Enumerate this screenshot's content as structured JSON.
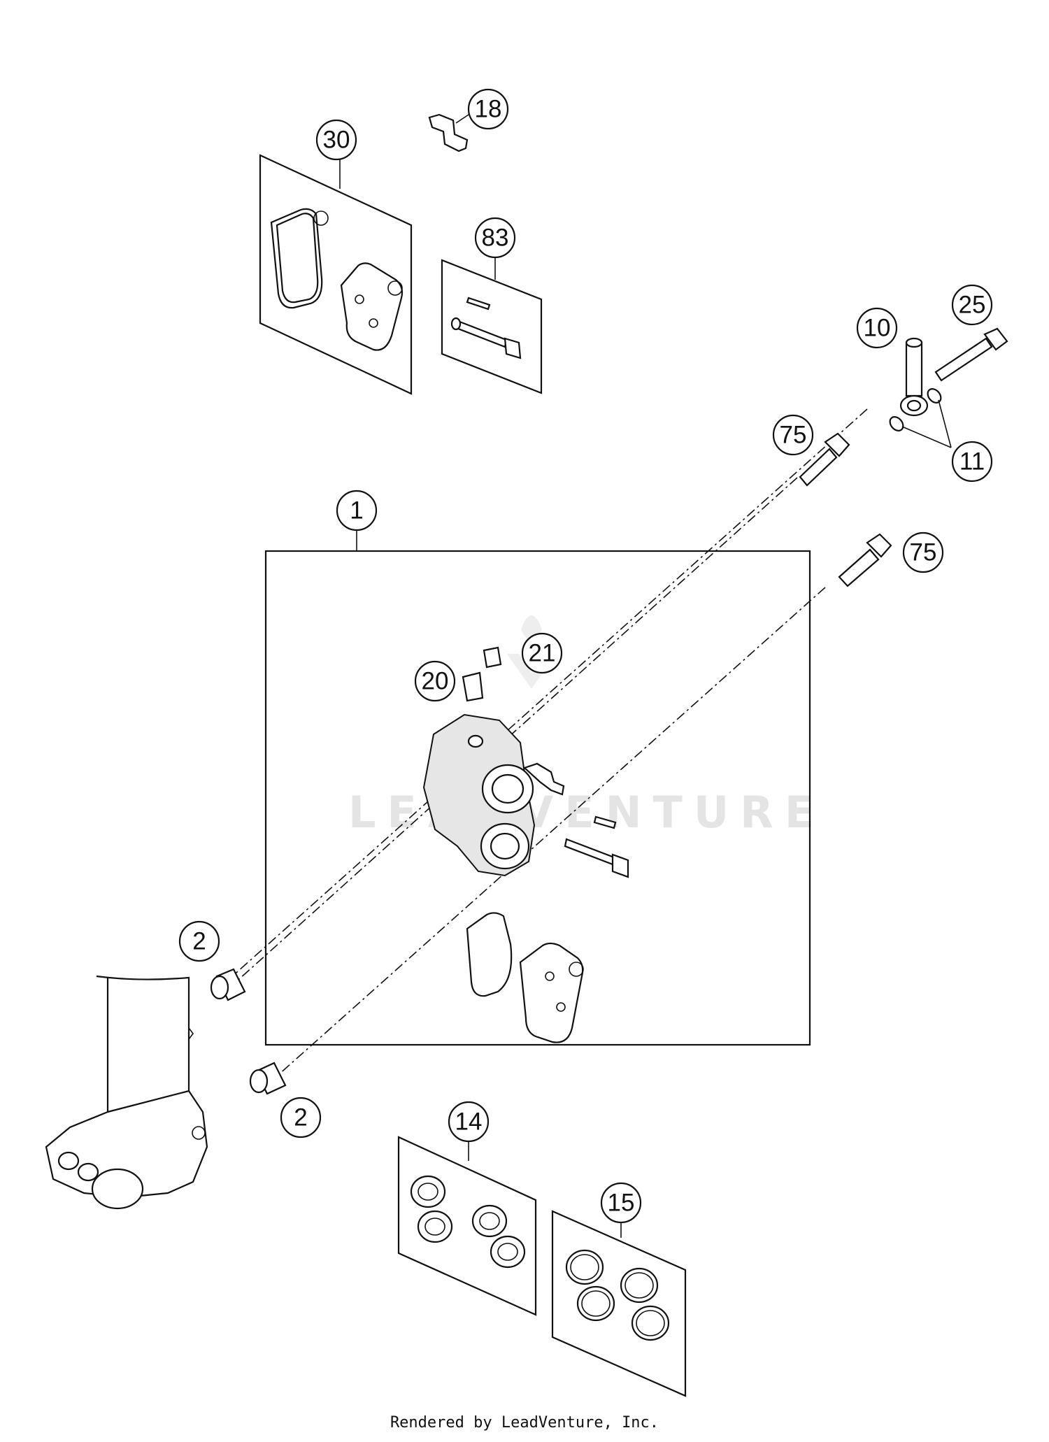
{
  "watermark": "LEADVENTURE",
  "footer": "Rendered by LeadVenture, Inc.",
  "callouts": {
    "c1": "1",
    "c2a": "2",
    "c2b": "2",
    "c10": "10",
    "c11": "11",
    "c14": "14",
    "c15": "15",
    "c18": "18",
    "c20": "20",
    "c21": "21",
    "c25": "25",
    "c30": "30",
    "c75a": "75",
    "c75b": "75",
    "c83": "83"
  }
}
